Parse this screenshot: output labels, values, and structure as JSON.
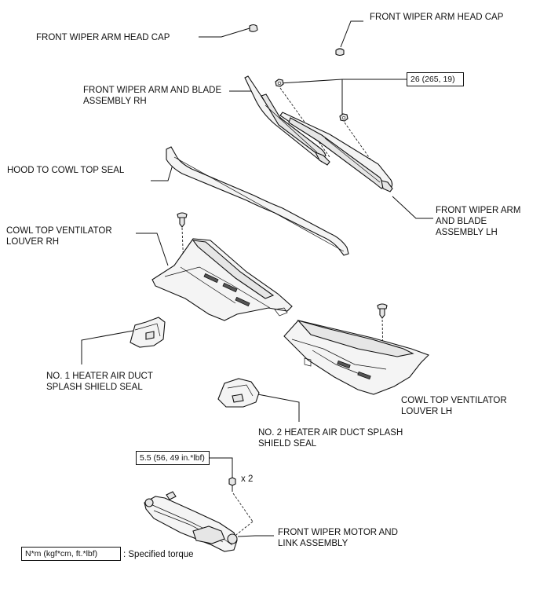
{
  "labels": {
    "head_cap_left": "FRONT WIPER ARM HEAD CAP",
    "head_cap_right": "FRONT WIPER ARM HEAD CAP",
    "arm_rh_line1": "FRONT WIPER ARM AND BLADE",
    "arm_rh_line2": "ASSEMBLY RH",
    "hood_seal": "HOOD TO COWL TOP SEAL",
    "arm_lh_line1": "FRONT WIPER ARM",
    "arm_lh_line2": "AND BLADE",
    "arm_lh_line3": "ASSEMBLY LH",
    "louver_rh_line1": "COWL TOP VENTILATOR",
    "louver_rh_line2": "LOUVER RH",
    "seal1_line1": "NO. 1 HEATER AIR DUCT",
    "seal1_line2": "SPLASH SHIELD SEAL",
    "louver_lh_line1": "COWL TOP VENTILATOR",
    "louver_lh_line2": "LOUVER LH",
    "seal2_line1": "NO. 2 HEATER AIR DUCT SPLASH",
    "seal2_line2": "SHIELD SEAL",
    "motor_line1": "FRONT WIPER MOTOR AND",
    "motor_line2": "LINK ASSEMBLY",
    "qty": "x 2"
  },
  "torques": {
    "arm_nut": "26 (265, 19)",
    "motor_bolt": "5.5 (56, 49 in.*lbf)"
  },
  "legend": {
    "unit": "N*m (kgf*cm, ft.*lbf)",
    "text": ": Specified torque"
  }
}
